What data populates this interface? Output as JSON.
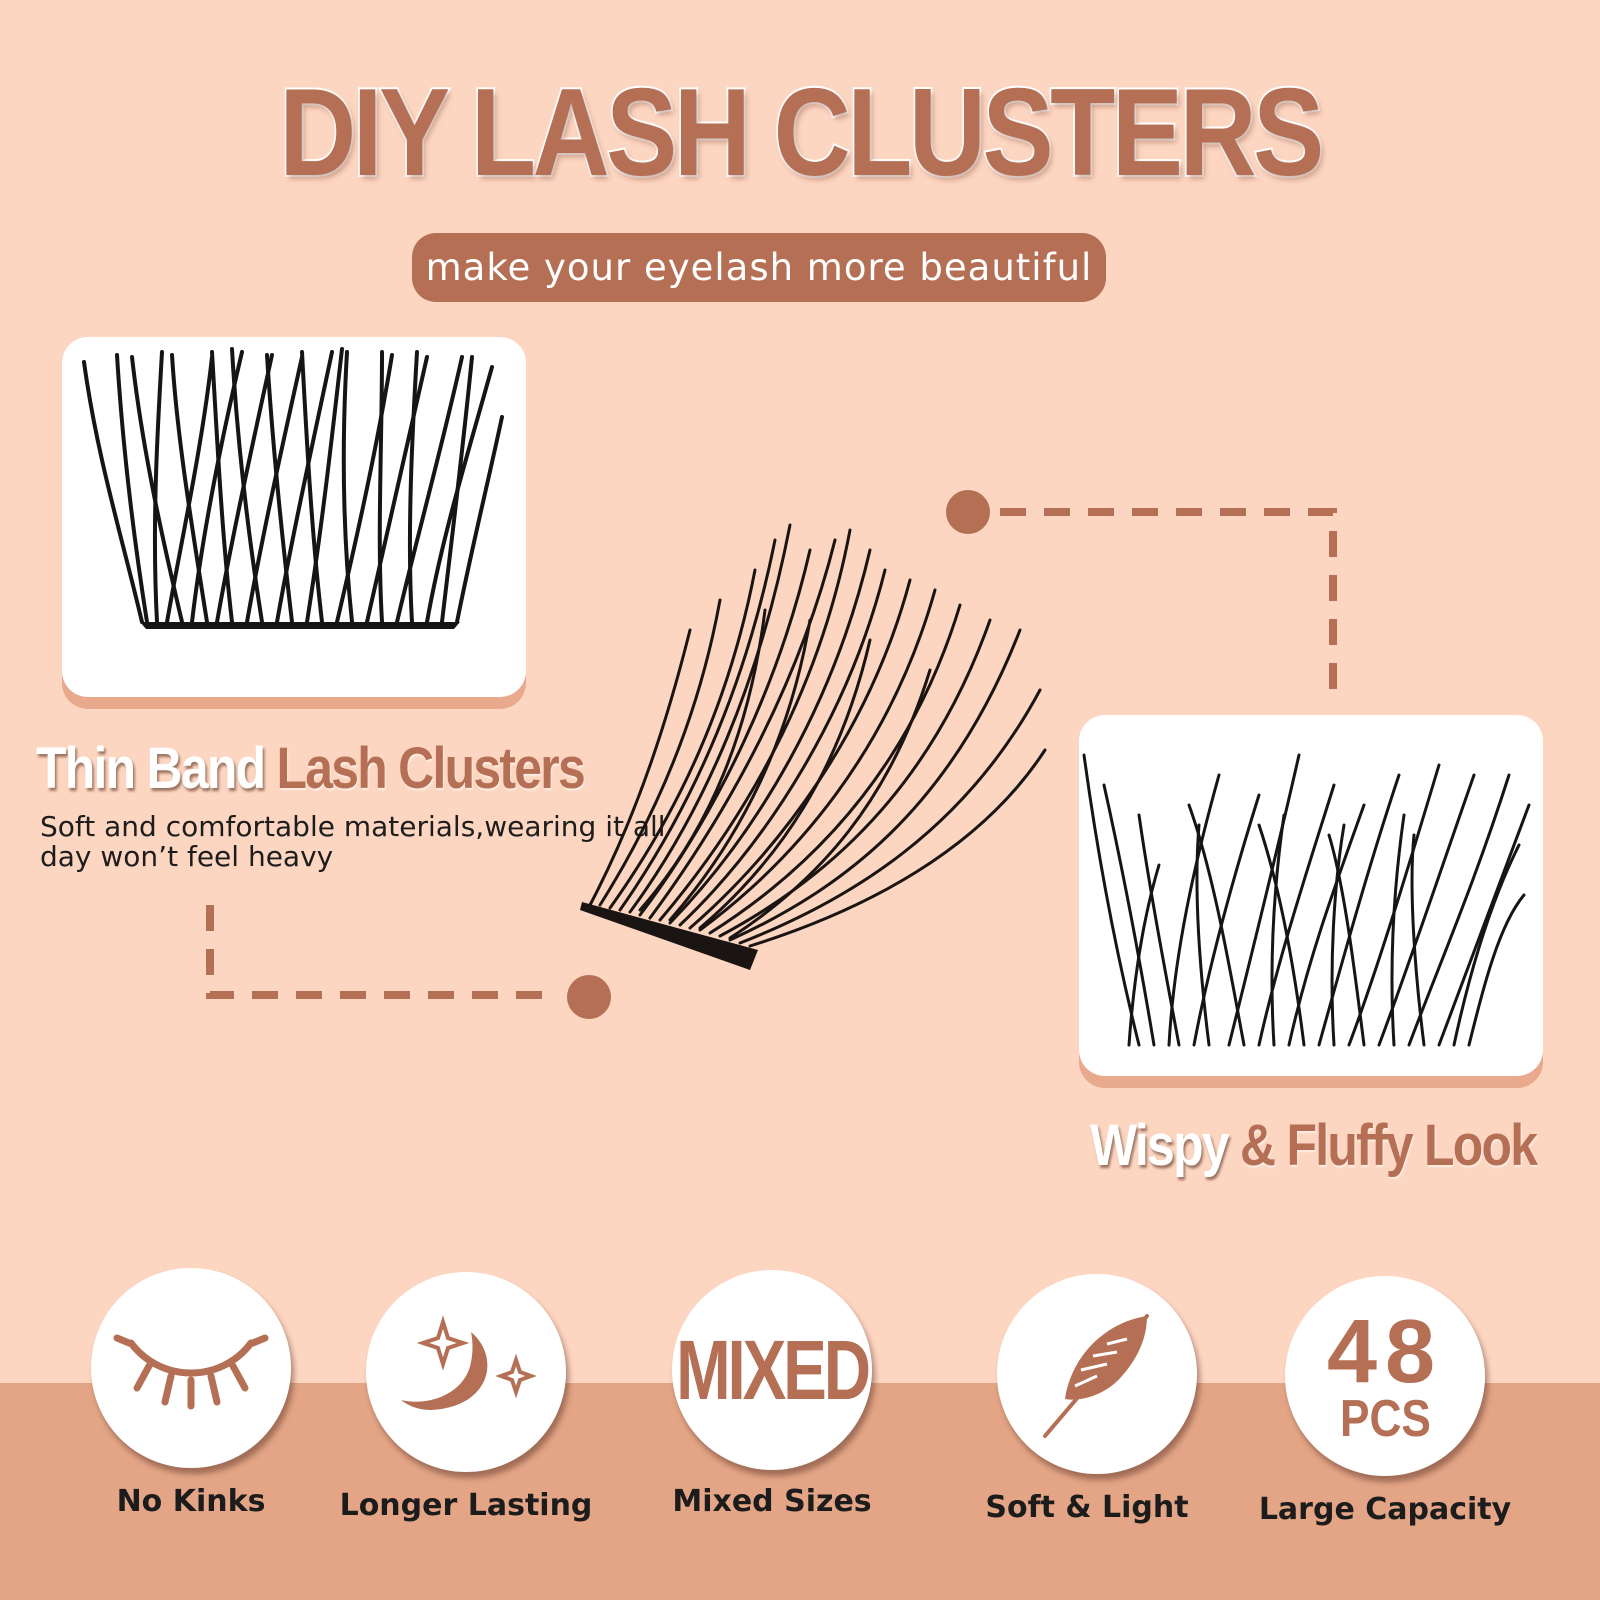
{
  "title": "DIY LASH CLUSTERS",
  "subtitle": "make your eyelash more beautiful",
  "features": {
    "left": {
      "heading_white": "Thin Band",
      "heading_brown": "Lash Clusters",
      "description": "Soft and comfortable materials,wearing it all day won’t feel heavy"
    },
    "right": {
      "heading_white": "Wispy",
      "heading_brown": "& Fluffy Look"
    }
  },
  "badges": [
    {
      "icon": "closed-eye-icon",
      "label": "No Kinks"
    },
    {
      "icon": "moon-stars-icon",
      "label": "Longer Lasting"
    },
    {
      "icon": "mixed-text-icon",
      "label": "Mixed Sizes",
      "icon_text": "MIXED"
    },
    {
      "icon": "feather-icon",
      "label": "Soft & Light"
    },
    {
      "icon": "count-icon",
      "label": "Large Capacity",
      "icon_text": "48",
      "icon_subtext": "PCS"
    }
  ],
  "colors": {
    "background": "#fdd6c1",
    "bottom_band": "#e3a585",
    "accent": "#b46f54",
    "card_shadow": "#e8a98c"
  }
}
